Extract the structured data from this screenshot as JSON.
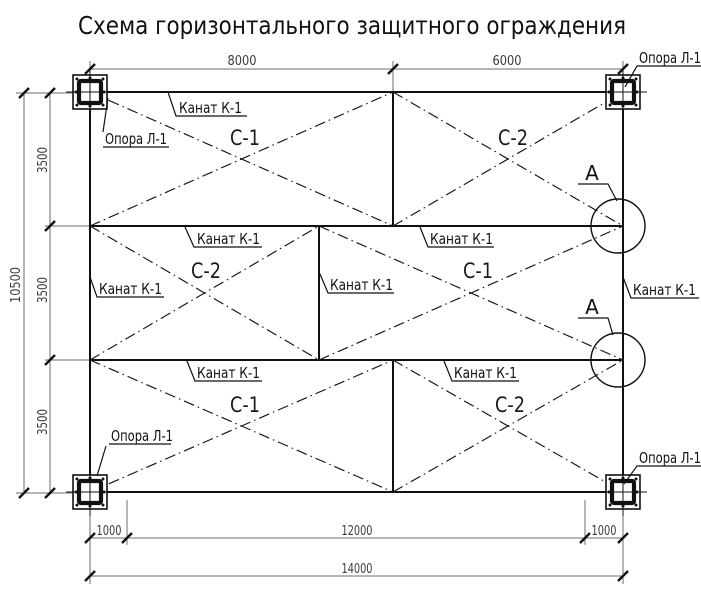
{
  "title": "Схема горизонтального защитного ограждения",
  "cable_label": "Канат К-1",
  "support_label": "Опора Л-1",
  "section_marker": "А",
  "panels": [
    {
      "row": 1,
      "col": 1,
      "label": "С-1"
    },
    {
      "row": 1,
      "col": 2,
      "label": "С-2"
    },
    {
      "row": 2,
      "col": 1,
      "label": "С-2"
    },
    {
      "row": 2,
      "col": 2,
      "label": "С-1"
    },
    {
      "row": 3,
      "col": 1,
      "label": "С-1"
    },
    {
      "row": 3,
      "col": 2,
      "label": "С-2"
    }
  ],
  "dimensions": {
    "top": [
      "8000",
      "6000"
    ],
    "left_total": "10500",
    "left_rows": [
      "3500",
      "3500",
      "3500"
    ],
    "bottom": [
      "1000",
      "12000",
      "1000"
    ],
    "bottom_total": "14000"
  },
  "colors": {
    "line": "#111111",
    "dim_line": "#6e6e6e",
    "dim_text": "#3a3a3a",
    "background": "#ffffff"
  }
}
